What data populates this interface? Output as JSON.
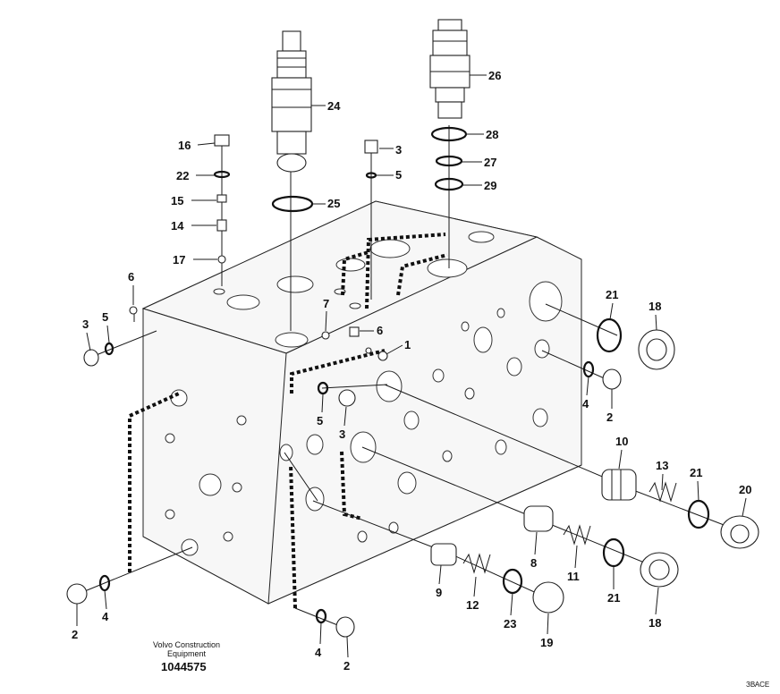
{
  "figure": {
    "publisher_line1": "Volvo Construction",
    "publisher_line2": "Equipment",
    "figure_number": "1044575",
    "watermark": "ЗВАСЕ"
  },
  "callouts": [
    "1",
    "2",
    "3",
    "4",
    "5",
    "6",
    "7",
    "8",
    "9",
    "10",
    "11",
    "12",
    "13",
    "14",
    "15",
    "16",
    "17",
    "18",
    "19",
    "20",
    "21",
    "22",
    "23",
    "24",
    "25",
    "26",
    "27",
    "28",
    "29"
  ]
}
